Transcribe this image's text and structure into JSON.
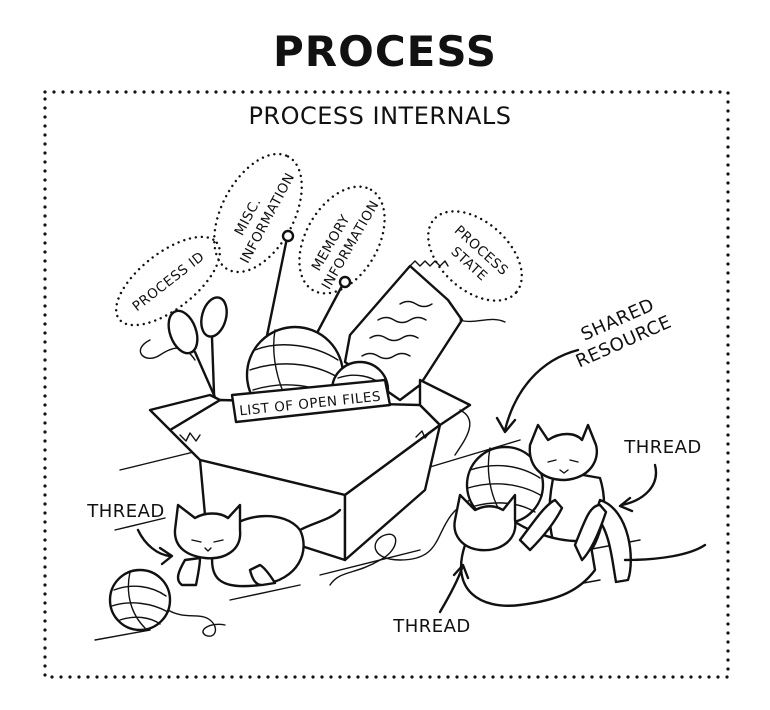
{
  "title": "PROCESS",
  "subtitle": "PROCESS INTERNALS",
  "bubbles": {
    "process_id": "PROCESS ID",
    "misc_info_line1": "MISC.",
    "misc_info_line2": "INFORMATION",
    "memory_info_line1": "MEMORY",
    "memory_info_line2": "INFORMATION",
    "process_state_line1": "PROCESS",
    "process_state_line2": "STATE"
  },
  "box_label": "LIST OF OPEN FILES",
  "shared_resource_line1": "SHARED",
  "shared_resource_line2": "RESOURCE",
  "threads": [
    "THREAD",
    "THREAD",
    "THREAD"
  ]
}
